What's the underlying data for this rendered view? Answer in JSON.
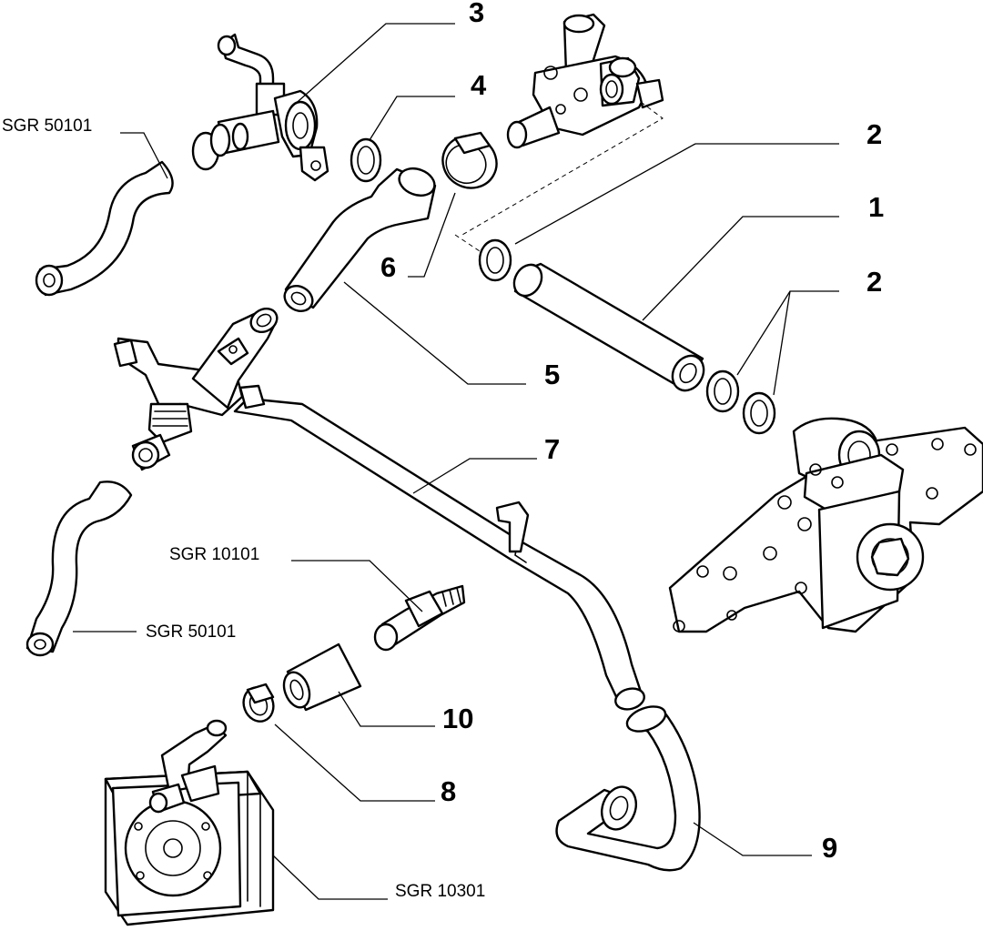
{
  "callouts": {
    "c1": "1",
    "c2a": "2",
    "c2b": "2",
    "c3": "3",
    "c4": "4",
    "c5": "5",
    "c6": "6",
    "c7": "7",
    "c8": "8",
    "c9": "9",
    "c10": "10"
  },
  "references": {
    "upper_hose": "SGR 50101",
    "lower_hose": "SGR 50101",
    "union_bolt": "SGR 10101",
    "oil_cooler": "SGR 10301"
  }
}
